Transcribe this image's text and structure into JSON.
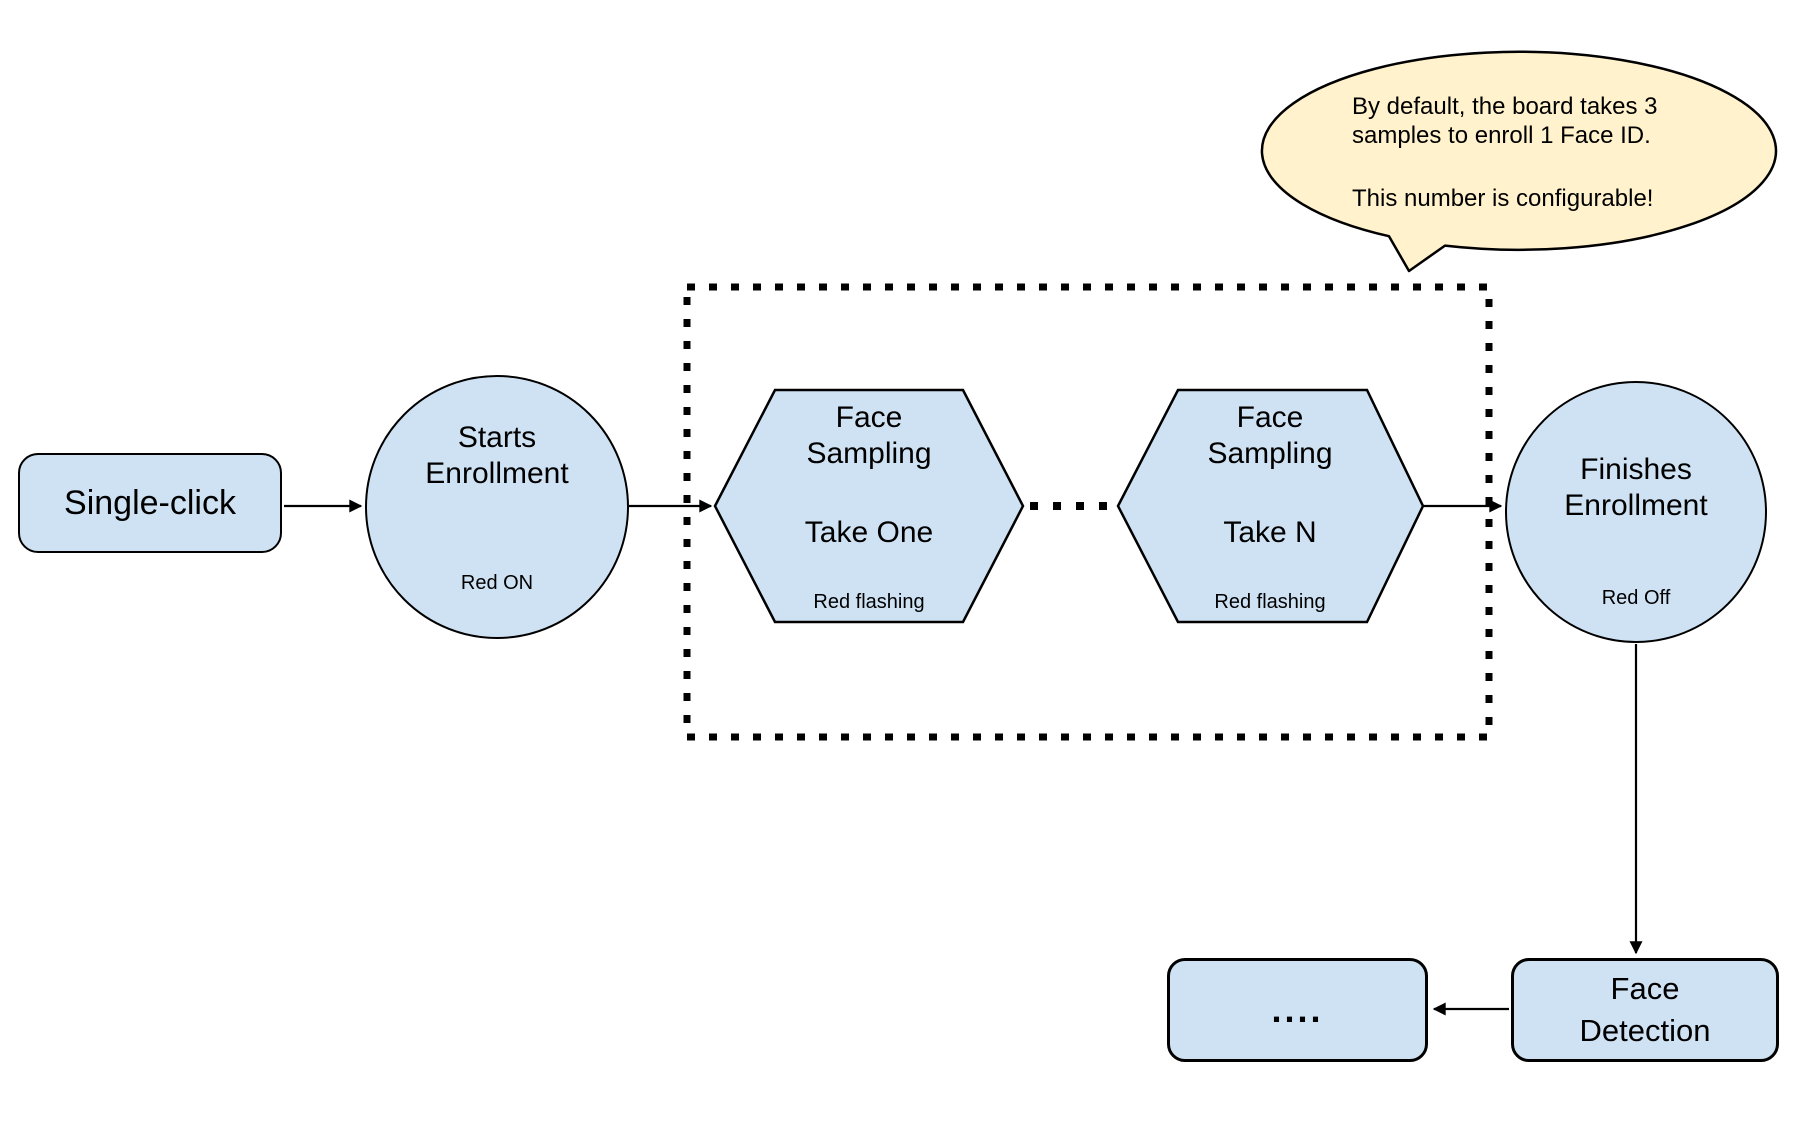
{
  "colors": {
    "node_fill": "#cfe2f3",
    "node_stroke": "#000000",
    "callout_fill": "#fff2cc",
    "connector": "#000000"
  },
  "callout": {
    "text_primary": "By default, the board takes 3\nsamples to enroll 1 Face ID.",
    "text_secondary": "This number is configurable!"
  },
  "nodes": {
    "single_click": {
      "label": "Single-click"
    },
    "starts_enrollment": {
      "label": "Starts\nEnrollment",
      "status": "Red ON"
    },
    "face_sampling_one": {
      "label": "Face\nSampling",
      "step": "Take One",
      "status": "Red flashing"
    },
    "face_sampling_n": {
      "label": "Face\nSampling",
      "step": "Take N",
      "status": "Red flashing"
    },
    "finishes_enrollment": {
      "label": "Finishes\nEnrollment",
      "status": "Red Off"
    },
    "face_detection": {
      "label": "Face\nDetection"
    },
    "continuation": {
      "label": "...."
    }
  },
  "edges": [
    {
      "from": "single_click",
      "to": "starts_enrollment",
      "style": "solid-arrow"
    },
    {
      "from": "starts_enrollment",
      "to": "face_sampling_one",
      "style": "solid-arrow"
    },
    {
      "from": "face_sampling_one",
      "to": "face_sampling_n",
      "style": "dotted-ellipsis"
    },
    {
      "from": "face_sampling_n",
      "to": "finishes_enrollment",
      "style": "solid-arrow"
    },
    {
      "from": "finishes_enrollment",
      "to": "face_detection",
      "style": "solid-arrow"
    },
    {
      "from": "face_detection",
      "to": "continuation",
      "style": "solid-arrow"
    }
  ],
  "groups": [
    {
      "contains": [
        "face_sampling_one",
        "face_sampling_n"
      ],
      "style": "dotted-rectangle"
    }
  ]
}
